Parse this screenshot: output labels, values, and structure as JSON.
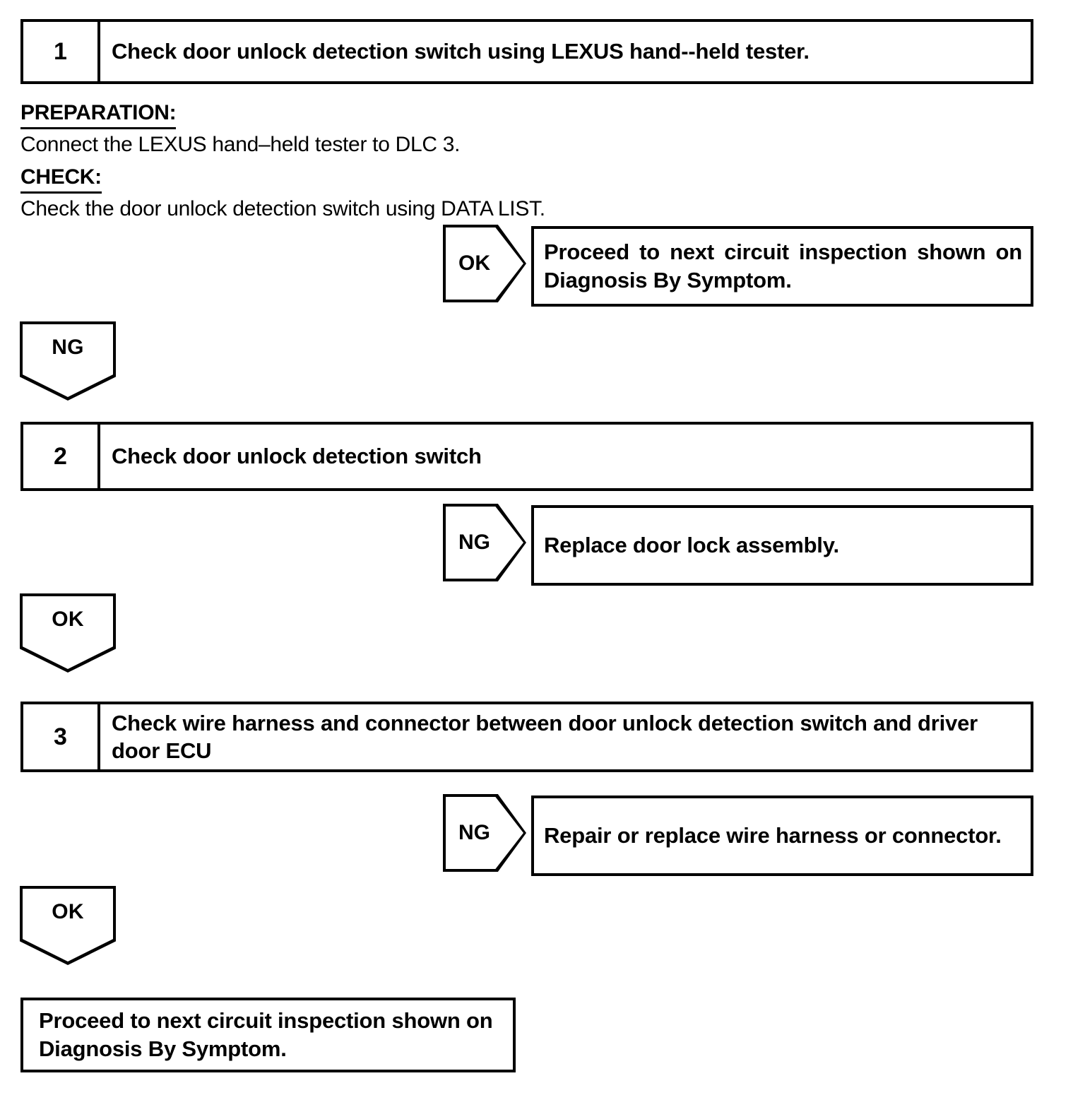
{
  "steps": [
    {
      "number": "1",
      "title": "Check door unlock detection switch using LEXUS hand--held tester."
    },
    {
      "number": "2",
      "title": "Check door unlock detection switch"
    },
    {
      "number": "3",
      "title": "Check wire harness and connector between door unlock detection switch and driver door ECU"
    }
  ],
  "details": {
    "preparation_header": "PREPARATION:",
    "preparation_body": "Connect the LEXUS hand–held tester to DLC 3.",
    "check_header": "CHECK:",
    "check_body": "Check the door unlock detection switch using DATA LIST."
  },
  "branches": [
    {
      "result": "OK",
      "action": "Proceed to next circuit inspection shown on Diagnosis By Symptom."
    },
    {
      "result": "NG",
      "action": "Replace door lock assembly."
    },
    {
      "result": "NG",
      "action": "Repair or replace wire harness or connector."
    }
  ],
  "connectors": [
    {
      "label": "NG"
    },
    {
      "label": "OK"
    },
    {
      "label": "OK"
    }
  ],
  "terminal": {
    "text": "Proceed to next circuit inspection shown on Diagnosis By Symptom."
  },
  "colors": {
    "line": "#000000",
    "background": "#ffffff",
    "text": "#000000"
  }
}
